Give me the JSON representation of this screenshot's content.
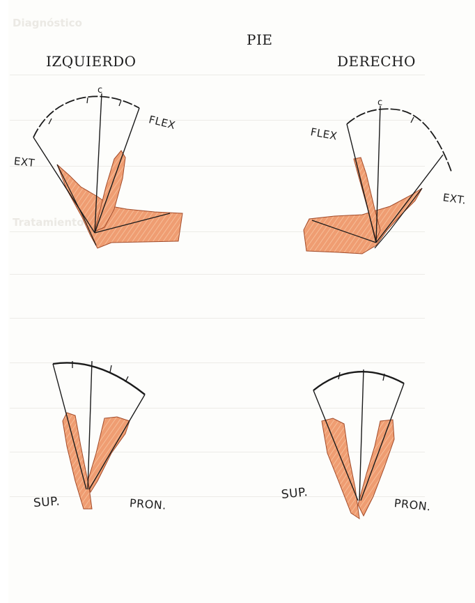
{
  "page": {
    "title": "PIE",
    "left_heading": "IZQUIERDO",
    "right_heading": "DERECHO",
    "ghost_labels": [
      "Diagnóstico",
      "Tratamiento"
    ]
  },
  "diagrams": {
    "left_flexion": {
      "ext_label": "EXT",
      "flex_label": "FLEX",
      "center_mark": "c"
    },
    "right_flexion": {
      "ext_label": "EXT.",
      "flex_label": "FLEX",
      "center_mark": "c"
    },
    "left_rotation": {
      "sup_label": "SUP.",
      "pron_label": "PRON."
    },
    "right_rotation": {
      "sup_label": "SUP.",
      "pron_label": "PRON."
    }
  },
  "colors": {
    "skin_fill": "#ee9a6e",
    "skin_fill_light": "#f4b892",
    "ink": "#1a1a1a",
    "ruled_line": "#ecebe7"
  }
}
